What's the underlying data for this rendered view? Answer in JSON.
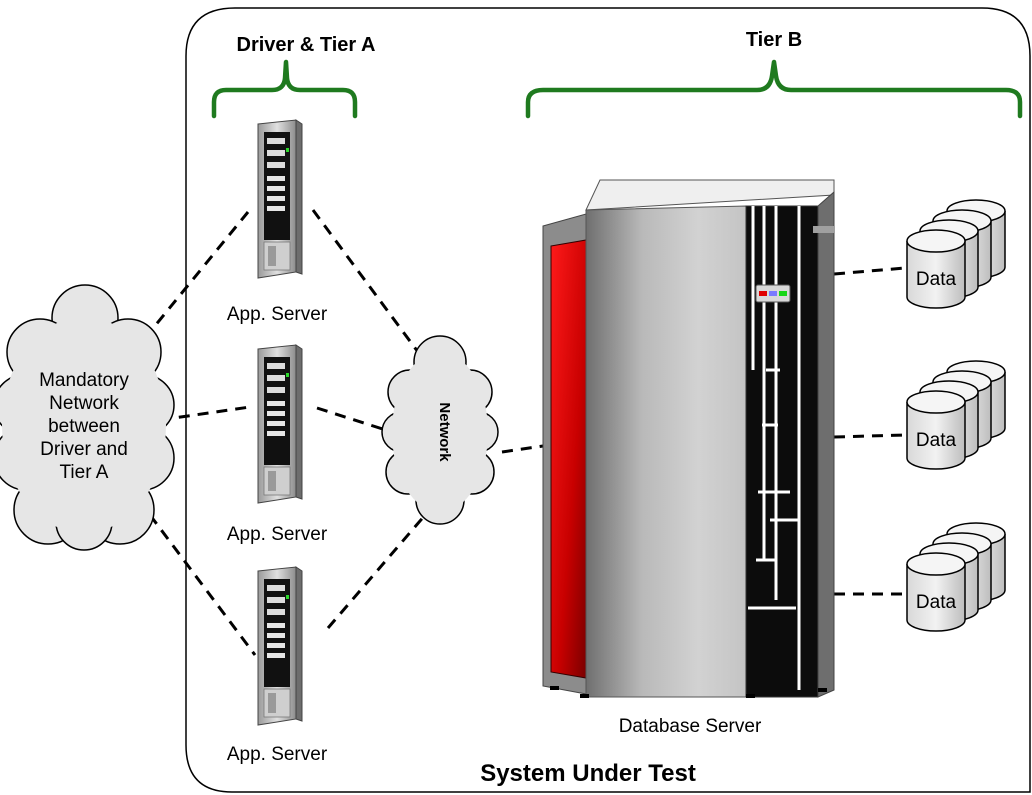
{
  "labels": {
    "tier_a_title": "Driver & Tier A",
    "tier_b_title": "Tier B",
    "system_title": "System Under Test",
    "database_server": "Database Server",
    "network": "Network"
  },
  "mandatory_network_lines": [
    "Mandatory",
    "Network",
    "between",
    "Driver and",
    "Tier A"
  ],
  "app_servers": [
    {
      "label": "App. Server"
    },
    {
      "label": "App. Server"
    },
    {
      "label": "App. Server"
    }
  ],
  "data_stores": [
    {
      "label": "Data"
    },
    {
      "label": "Data"
    },
    {
      "label": "Data"
    }
  ],
  "colors": {
    "brace": "#1f7a1f",
    "database_panel": "#d40000",
    "cloud_fill": "#e6e6e6"
  }
}
